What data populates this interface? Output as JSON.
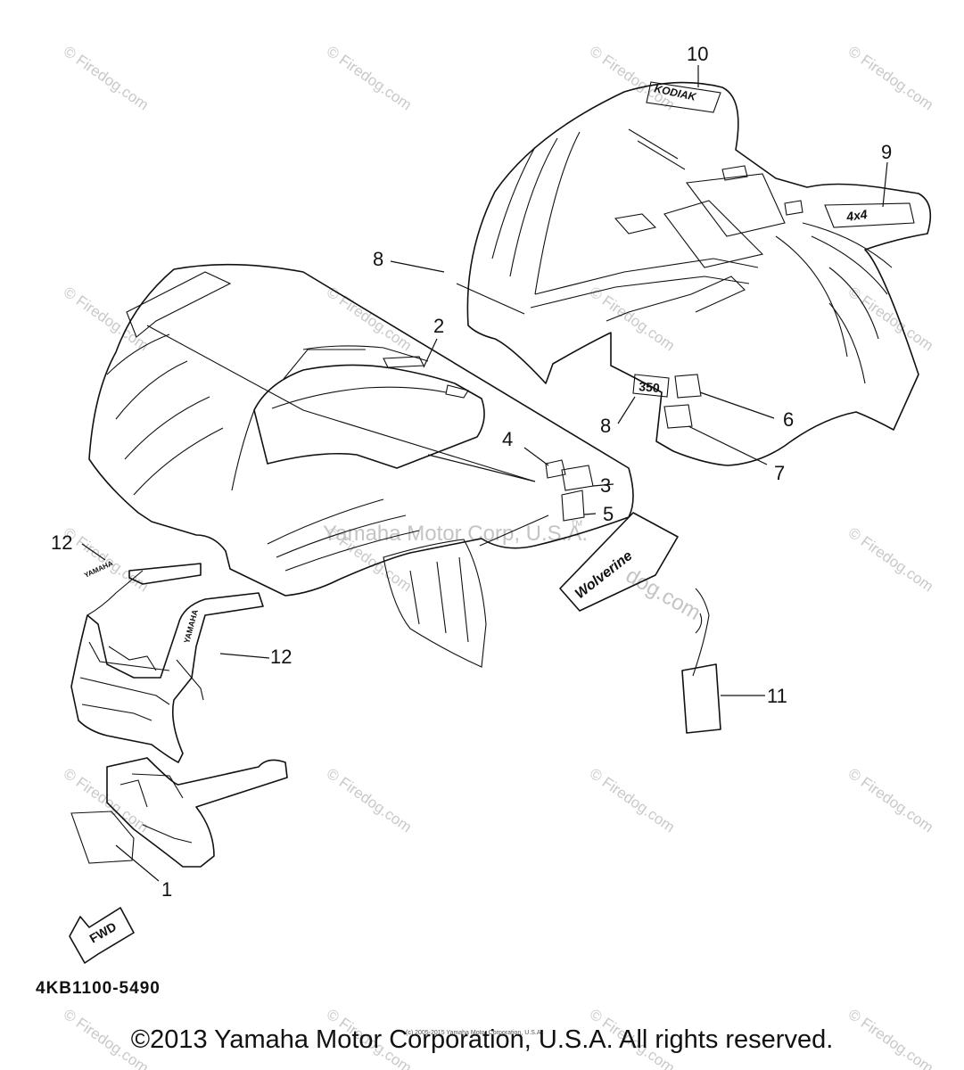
{
  "watermark": {
    "site": "© Firedog.com",
    "center": "Yamaha Motor Corp, U.S.A.",
    "center_tm": "TM",
    "diagonal_text": "dog.com"
  },
  "callouts": [
    "1",
    "2",
    "3",
    "4",
    "5",
    "6",
    "7",
    "8",
    "8",
    "9",
    "10",
    "11",
    "12",
    "12"
  ],
  "decals": {
    "rear_fender_number": "350",
    "fwd_arrow": "FWD",
    "bumper_decal": "YAMAHA",
    "left_decal": "YAMAHA"
  },
  "part_number": "4KB1100-5490",
  "small_notice": "(c) 2005-2015 Yamaha Motor Corporation, U.S.A.",
  "copyright": "©2013 Yamaha Motor Corporation, U.S.A. All rights reserved."
}
